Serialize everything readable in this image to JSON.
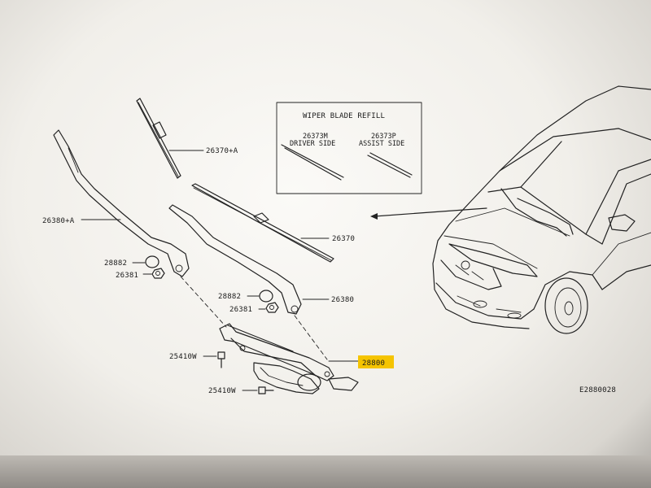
{
  "refill_box": {
    "title": "WIPER BLADE REFILL",
    "driver_code": "26373M",
    "driver_label": "DRIVER SIDE",
    "assist_code": "26373P",
    "assist_label": "ASSIST SIDE"
  },
  "parts": {
    "blade_a": "26370+A",
    "arm_a": "26380+A",
    "blade": "26370",
    "cap_1": "28882",
    "nut_1": "26381",
    "cap_2": "28882",
    "nut_2": "26381",
    "arm": "26380",
    "bolt_1": "25410W",
    "bolt_2": "25410W",
    "linkage": "28800"
  },
  "highlight_color": "#f5c400",
  "diagram_id": "E2880028"
}
